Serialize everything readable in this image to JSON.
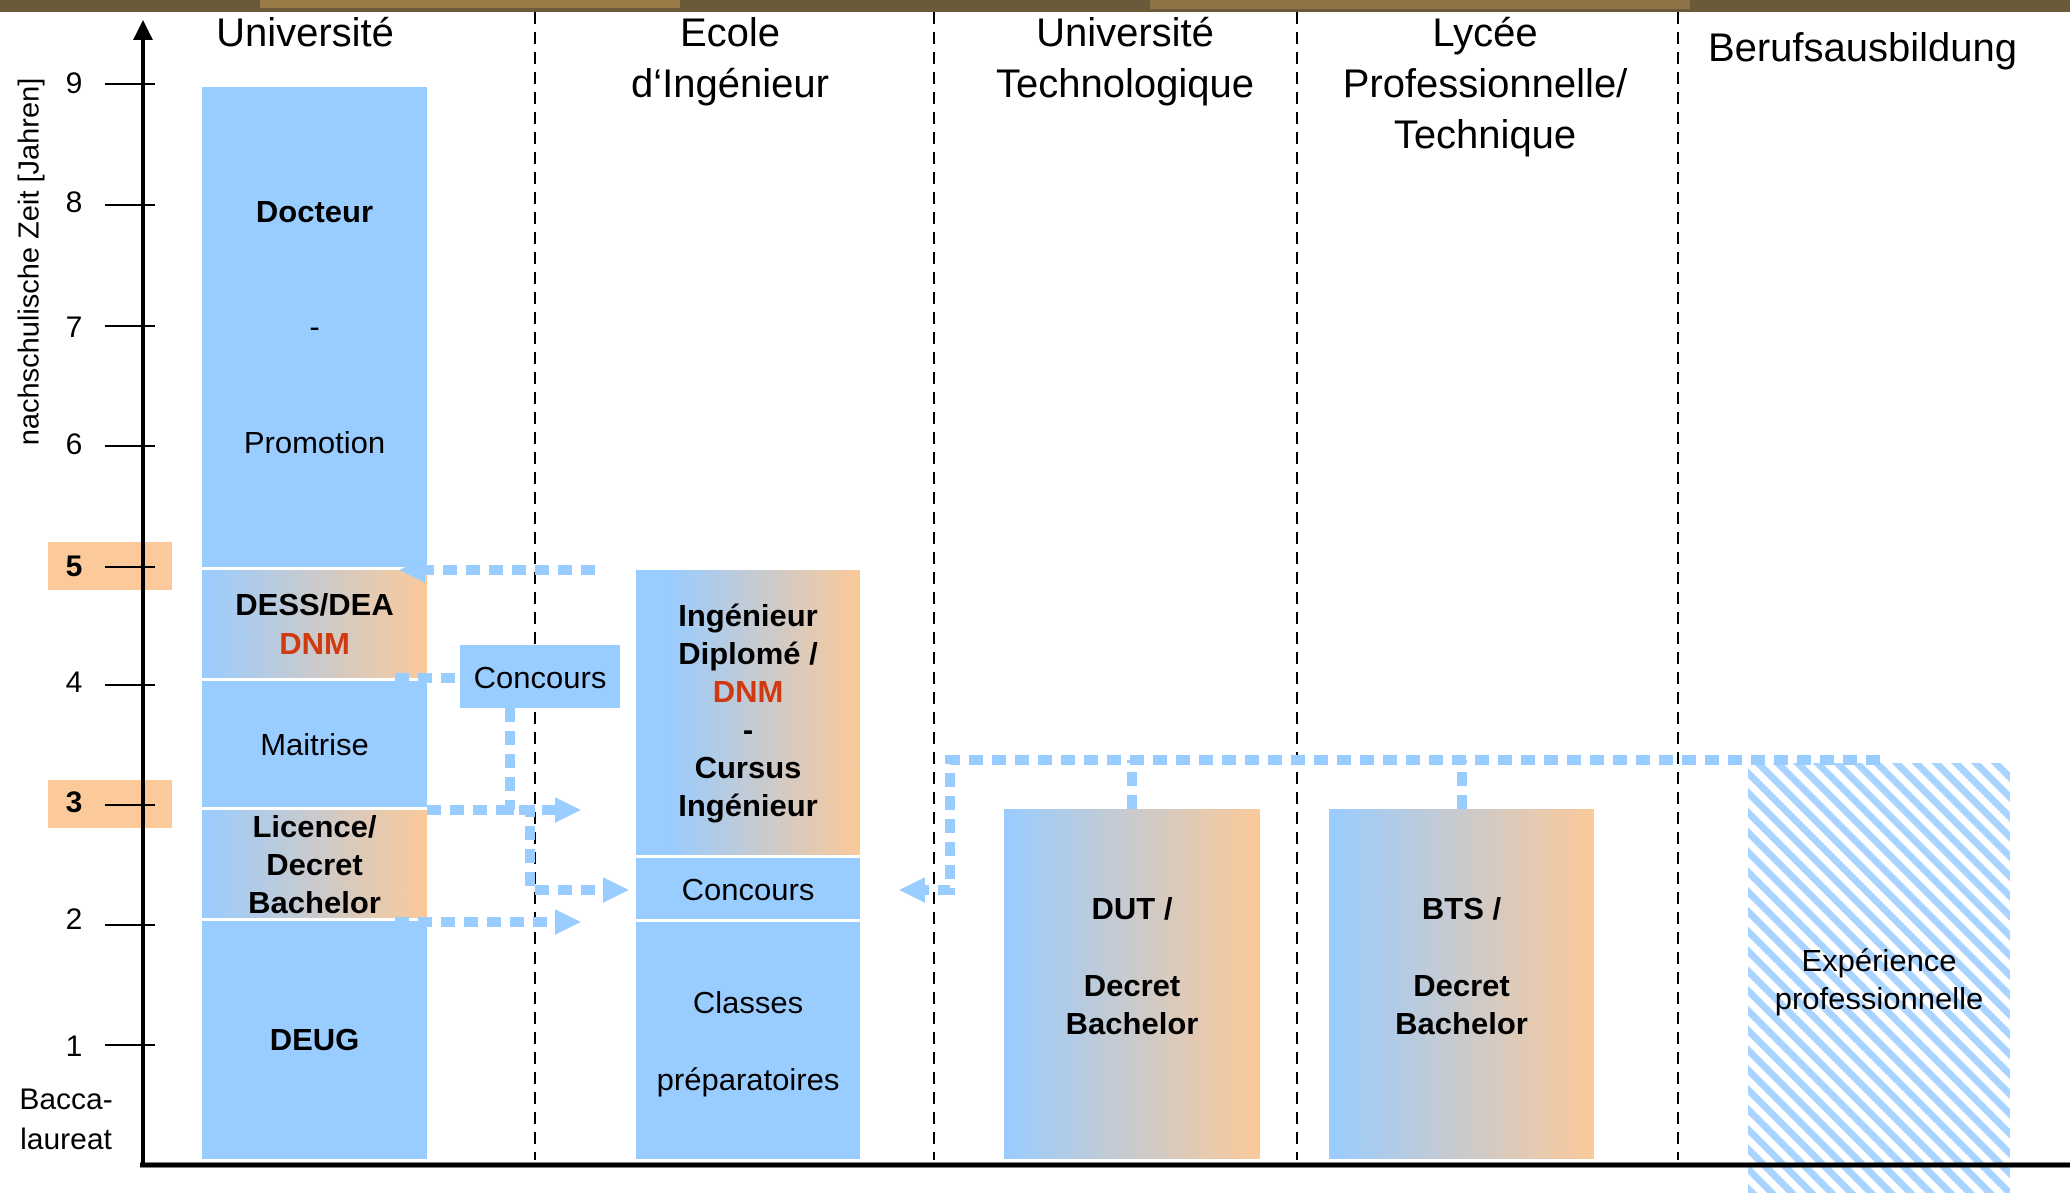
{
  "columns": [
    {
      "id": "universite",
      "title": "Université"
    },
    {
      "id": "ecole",
      "title": "Ecole d‘Ingénieur",
      "lines": [
        "Ecole",
        "d‘Ingénieur"
      ]
    },
    {
      "id": "iut",
      "title": "Université Technologique",
      "lines": [
        "Université",
        "Technologique"
      ]
    },
    {
      "id": "lycee",
      "title": "Lycée Professionnelle/ Technique",
      "lines": [
        "Lycée",
        "Professionnelle/",
        "Technique"
      ]
    },
    {
      "id": "beruf",
      "title": "Berufsausbildung"
    }
  ],
  "y_axis": {
    "label": "nachschulische Zeit [Jahren]",
    "ticks": [
      "1",
      "2",
      "3",
      "4",
      "5",
      "6",
      "7",
      "8",
      "9"
    ],
    "highlighted_ticks": [
      "3",
      "5"
    ],
    "origin_label_lines": [
      "Bacca-",
      "laureat"
    ]
  },
  "universite": {
    "deug": "DEUG",
    "licence_lines": [
      "Licence/",
      "Decret",
      "Bachelor"
    ],
    "maitrise": "Maitrise",
    "dess": "DESS/DEA",
    "dnm": "DNM",
    "docteur": "Docteur",
    "dash": "-",
    "promotion": "Promotion"
  },
  "passerelle": {
    "concours": "Concours"
  },
  "ecole": {
    "classes": "Classes",
    "preparatoires": "préparatoires",
    "concours": "Concours",
    "ing_lines": [
      "Ingénieur",
      "Diplomé /"
    ],
    "dnm": "DNM",
    "dash": "-",
    "cursus_lines": [
      "Cursus",
      "Ingénieur"
    ]
  },
  "iut": {
    "dut": "DUT /",
    "decret": "Decret",
    "bachelor": "Bachelor"
  },
  "lycee": {
    "bts": "BTS /",
    "decret": "Decret",
    "bachelor": "Bachelor"
  },
  "beruf": {
    "lines": [
      "Expérience",
      "professionnelle"
    ]
  },
  "colors": {
    "blue": "#99ccff",
    "orange": "#fbc99a",
    "arrow": "#99ccff",
    "highlight": "#fbc99a",
    "red_text": "#d03a10",
    "axis": "#000000"
  }
}
